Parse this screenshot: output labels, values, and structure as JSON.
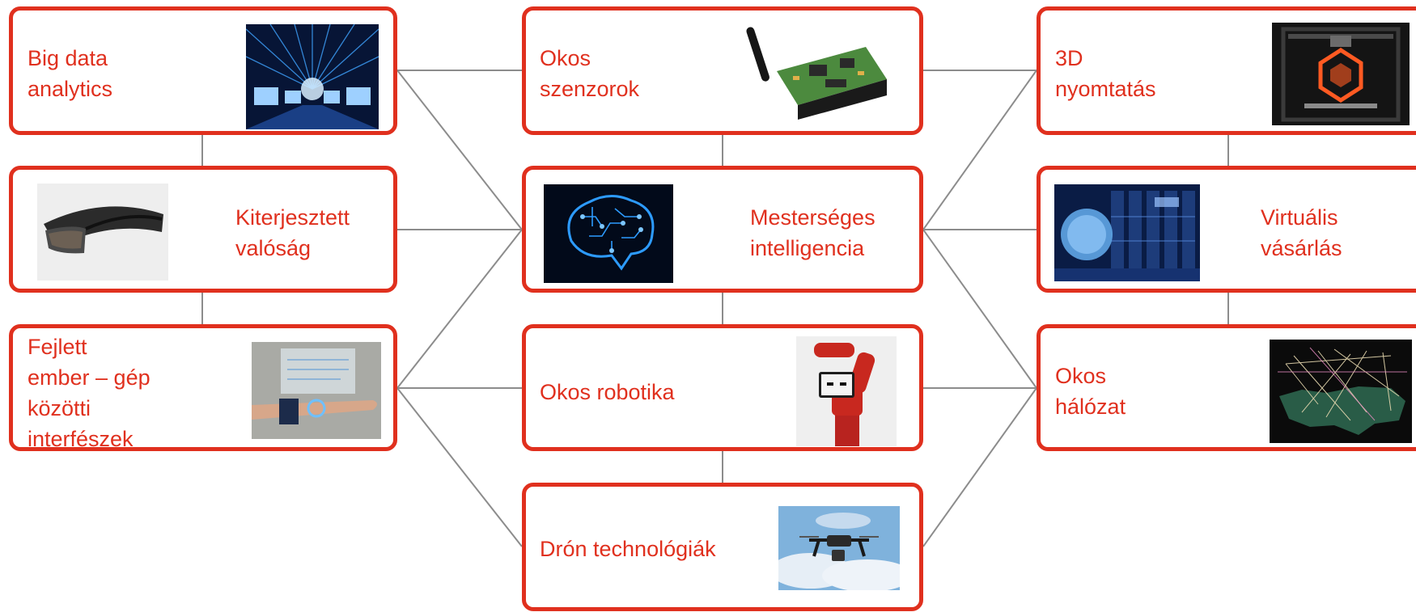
{
  "diagram": {
    "accent_color": "#e0301e",
    "connector_color": "#8c8c8c",
    "nodes": [
      {
        "id": "big-data",
        "label": "Big data\nanalytics",
        "icon": "data-stream-icon"
      },
      {
        "id": "ar",
        "label": "Kiterjesztett\nvalóság",
        "icon": "ar-headset-icon"
      },
      {
        "id": "hmi",
        "label": "Fejlett\nember – gép\nközötti\ninterfészek",
        "icon": "gesture-armband-icon"
      },
      {
        "id": "sensors",
        "label": "Okos\nszenzorok",
        "icon": "sensor-board-icon"
      },
      {
        "id": "ai",
        "label": "Mesterséges\nintelligencia",
        "icon": "circuit-brain-icon"
      },
      {
        "id": "robotics",
        "label": "Okos robotika",
        "icon": "collaborative-robot-icon"
      },
      {
        "id": "drone",
        "label": "Drón technológiák",
        "icon": "drone-icon"
      },
      {
        "id": "3d-print",
        "label": "3D\nnyomtatás",
        "icon": "3d-printer-icon"
      },
      {
        "id": "vr-shop",
        "label": "Virtuális\nvásárlás",
        "icon": "supercomputer-icon"
      },
      {
        "id": "network",
        "label": "Okos\nhálózat",
        "icon": "network-map-icon"
      }
    ]
  }
}
